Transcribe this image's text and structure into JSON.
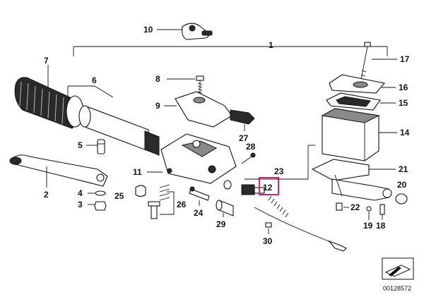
{
  "callouts": {
    "c1": "1",
    "c2": "2",
    "c3": "3",
    "c4": "4",
    "c5": "5",
    "c6": "6",
    "c7": "7",
    "c8": "8",
    "c9": "9",
    "c10": "10",
    "c11": "11",
    "c12": "12",
    "c14": "14",
    "c15": "15",
    "c16": "16",
    "c17": "17",
    "c18": "18",
    "c19": "19",
    "c20": "20",
    "c21": "21",
    "c22": "22",
    "c23": "23",
    "c24": "24",
    "c25": "25",
    "c26": "26",
    "c27": "27",
    "c28": "28",
    "c29": "29",
    "c30": "30"
  },
  "highlighted_callout": "12",
  "highlight_color": "#d6246e",
  "diagram_number": "00128572",
  "corner_icon": "arrow-plane-icon"
}
